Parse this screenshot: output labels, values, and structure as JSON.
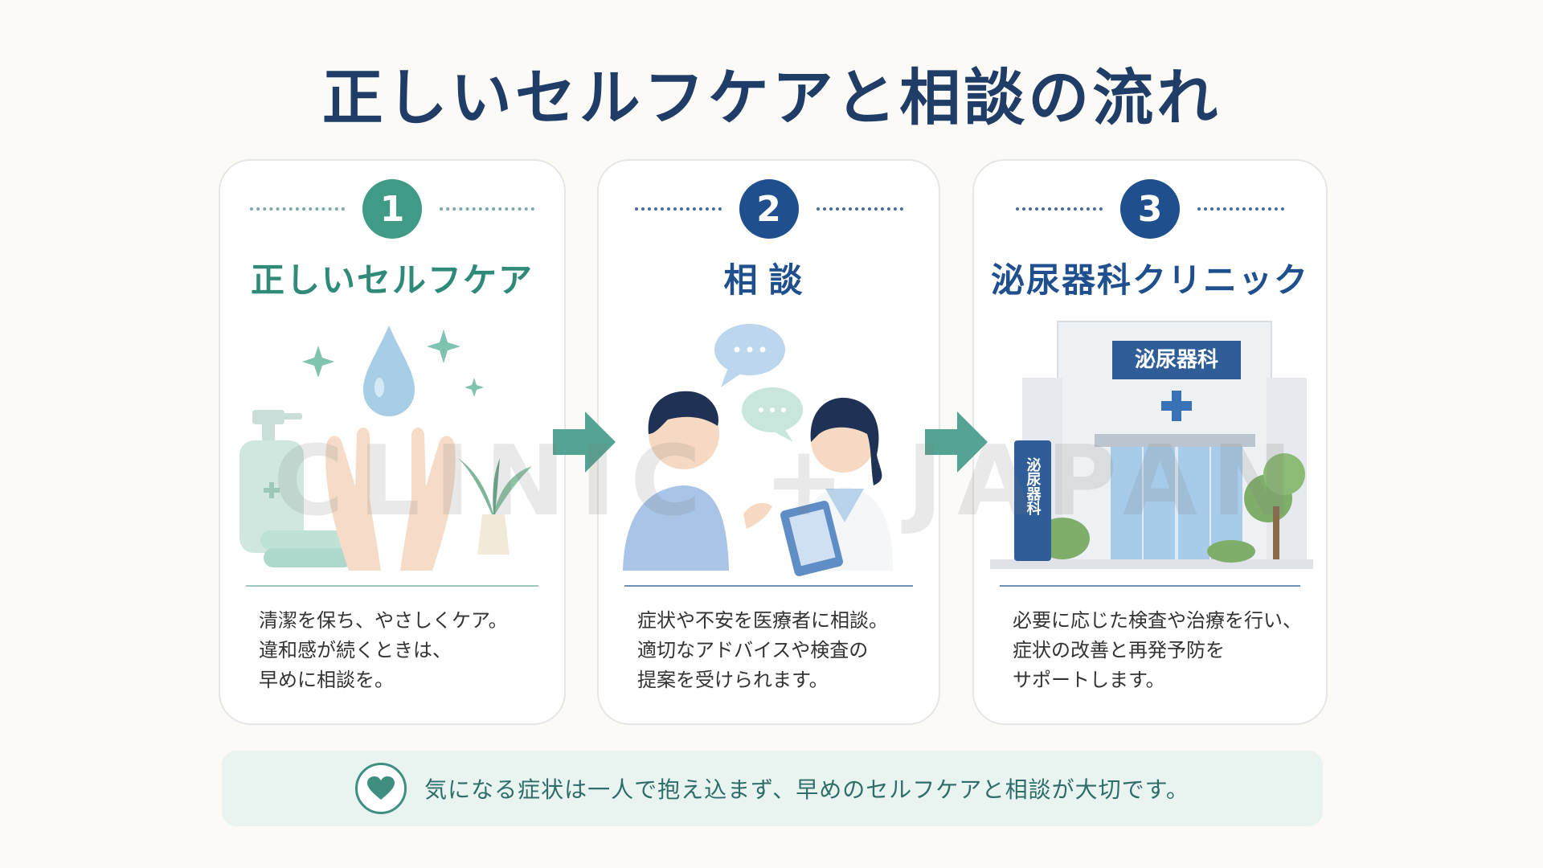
{
  "title": "正しいセルフケアと相談の流れ",
  "steps": [
    {
      "number": "1",
      "title": "正しいセルフケア",
      "lines": [
        "清潔を保ち、やさしくケア。",
        "違和感が続くときは、",
        "早めに相談を。"
      ]
    },
    {
      "number": "2",
      "title": "相談",
      "lines": [
        "症状や不安を医療者に相談。",
        "適切なアドバイスや検査の",
        "提案を受けられます。"
      ]
    },
    {
      "number": "3",
      "title": "泌尿器科クリニック",
      "lines": [
        "必要に応じた検査や治療を行い、",
        "症状の改善と再発予防を",
        "サポートします。"
      ],
      "clinic_sign": "泌尿器科",
      "side_sign": "泌尿器科"
    }
  ],
  "banner": {
    "icon": "heart-icon",
    "text": "気になる症状は一人で抱え込まず、早めのセルフケアと相談が大切です。"
  },
  "watermark": "CLINIC + JAPAN",
  "colors": {
    "title": "#1f3d66",
    "teal": "#3f9a86",
    "navy": "#1f4f8d",
    "banner_bg": "#e9f3f0"
  }
}
